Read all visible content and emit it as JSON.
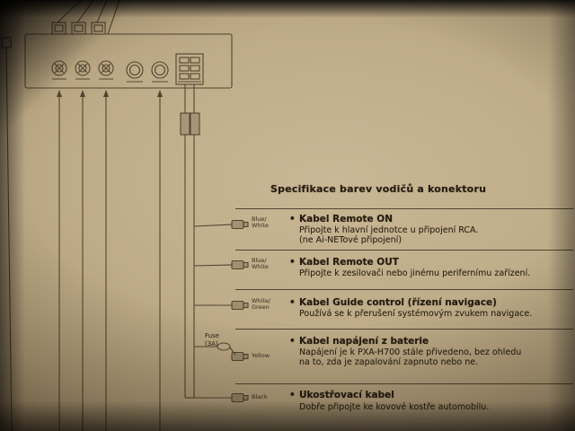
{
  "diagram": {
    "fuse_line1": "Fuse",
    "fuse_line2": "(3A)"
  },
  "spec": {
    "heading": "Specifikace barev vodičů a konektoru",
    "bullet": "•",
    "items": [
      {
        "wire1": "Blue/",
        "wire2": "White",
        "title": "Kabel Remote ON",
        "desc1": "Připojte k hlavní jednotce u připojení RCA.",
        "desc2": "(ne Ai-NETové připojení)"
      },
      {
        "wire1": "Blue/",
        "wire2": "White",
        "title": "Kabel Remote OUT",
        "desc1": "Připojte k zesilovači nebo jinému perifernímu zařízení.",
        "desc2": ""
      },
      {
        "wire1": "White/",
        "wire2": "Green",
        "title": "Kabel Guide control (řízení navigace)",
        "desc1": "Používá se k přerušení systémovým zvukem navigace.",
        "desc2": ""
      },
      {
        "wire1": "Yellow",
        "wire2": "",
        "title": "Kabel napájení z baterie",
        "desc1": "Napájení je k PXA-H700 stále přivedeno, bez ohledu",
        "desc2": "na to, zda je zapalování zapnuto nebo ne."
      },
      {
        "wire1": "Black",
        "wire2": "",
        "title": "Ukostřovací kabel",
        "desc1": "Dobře připojte ke kovové kostře automobilu.",
        "desc2": ""
      }
    ]
  }
}
